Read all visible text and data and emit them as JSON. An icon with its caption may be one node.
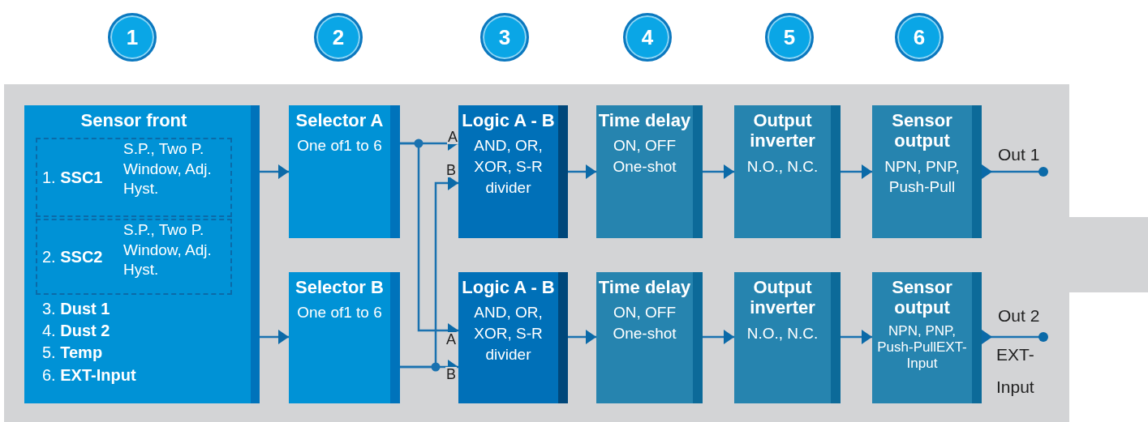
{
  "diagram": {
    "nodes": [
      {
        "text": [
          "1"
        ]
      },
      {
        "text": [
          "2"
        ]
      },
      {
        "text": [
          "3"
        ]
      },
      {
        "text": [
          "4"
        ]
      },
      {
        "text": [
          "5"
        ]
      },
      {
        "text": [
          "6"
        ]
      },
      {
        "text": [
          "Sensor front",
          "3. **Dust 1**",
          "4. **Dust 2**",
          "5. **Temp**",
          "6. **EXT-Input**"
        ]
      },
      {
        "text": [
          "1. **SSC1**",
          "S.P., Two P. Window, Adj. Hyst."
        ],
        "in": 6
      },
      {
        "text": [
          "2. **SSC2**",
          "S.P., Two P. Window, Adj. Hyst."
        ],
        "in": 6
      },
      {
        "text": [
          "Selector A",
          "One of1 to 6"
        ]
      },
      {
        "text": [
          "Logic A - B",
          "AND, OR, XOR, S-R divider"
        ]
      },
      {
        "text": [
          "Time delay",
          "ON, OFF One-shot"
        ]
      },
      {
        "text": [
          "Output inverter",
          "N.O., N.C."
        ]
      },
      {
        "text": [
          "Sensor output",
          "NPN, PNP, Push-Pull"
        ]
      },
      {
        "text": [
          "Selector B",
          "One of1 to 6"
        ]
      },
      {
        "text": [
          "Logic A - B",
          "AND, OR, XOR, S-R divider"
        ]
      },
      {
        "text": [
          "Time delay",
          "ON, OFF One-shot"
        ]
      },
      {
        "text": [
          "Output inverter",
          "N.O., N.C."
        ]
      },
      {
        "text": [
          "Sensor output",
          "NPN, PNP, Push-PullEXT-Input"
        ]
      },
      {
        "text": [
          "Out 1"
        ]
      },
      {
        "text": [
          "Out 2"
        ]
      }
    ],
    "edges": [
      {
        "from": 6,
        "to": 9,
        "arrow": "to"
      },
      {
        "from": 6,
        "to": 14,
        "arrow": "to"
      },
      {
        "from": 9,
        "to": 10,
        "arrow": "to",
        "label": "A"
      },
      {
        "from": 9,
        "to": 15,
        "arrow": "to",
        "label": "A"
      },
      {
        "from": 14,
        "to": 10,
        "arrow": "to",
        "label": "B"
      },
      {
        "from": 14,
        "to": 15,
        "arrow": "to",
        "label": "B"
      },
      {
        "from": 10,
        "to": 11,
        "arrow": "to"
      },
      {
        "from": 11,
        "to": 12,
        "arrow": "to"
      },
      {
        "from": 12,
        "to": 13,
        "arrow": "to"
      },
      {
        "from": 13,
        "to": 19,
        "arrow": "other"
      },
      {
        "from": 15,
        "to": 16,
        "arrow": "to"
      },
      {
        "from": 16,
        "to": 17,
        "arrow": "to"
      },
      {
        "from": 17,
        "to": 18,
        "arrow": "to"
      },
      {
        "from": 18,
        "to": 20,
        "arrow": "other"
      }
    ],
    "labels": [
      "EXT- Input"
    ]
  }
}
